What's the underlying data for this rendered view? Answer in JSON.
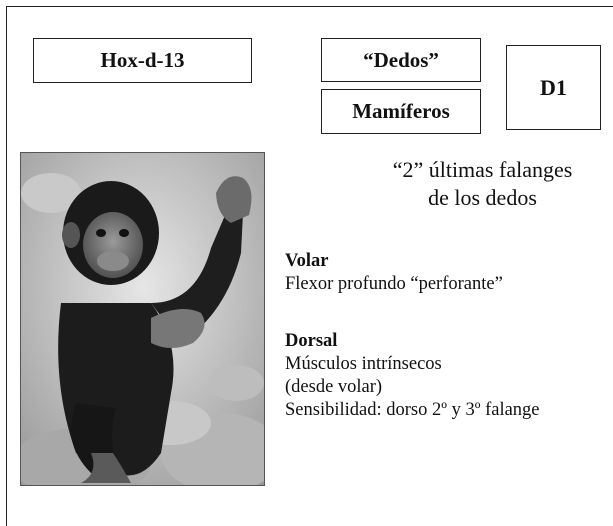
{
  "boxes": {
    "hox": "Hox-d-13",
    "dedos": "“Dedos”",
    "mamiferos": "Mamíferos",
    "d1": "D1"
  },
  "image": {
    "subject": "chimpanzee-photo"
  },
  "falanges": {
    "line1": "“2” últimas falanges",
    "line2": "de los dedos"
  },
  "volar": {
    "heading": "Volar",
    "line1": "Flexor profundo “perforante”"
  },
  "dorsal": {
    "heading": "Dorsal",
    "line1": "Músculos intrínsecos",
    "line2": "(desde volar)",
    "line3": "Sensibilidad: dorso 2º y 3º falange"
  }
}
